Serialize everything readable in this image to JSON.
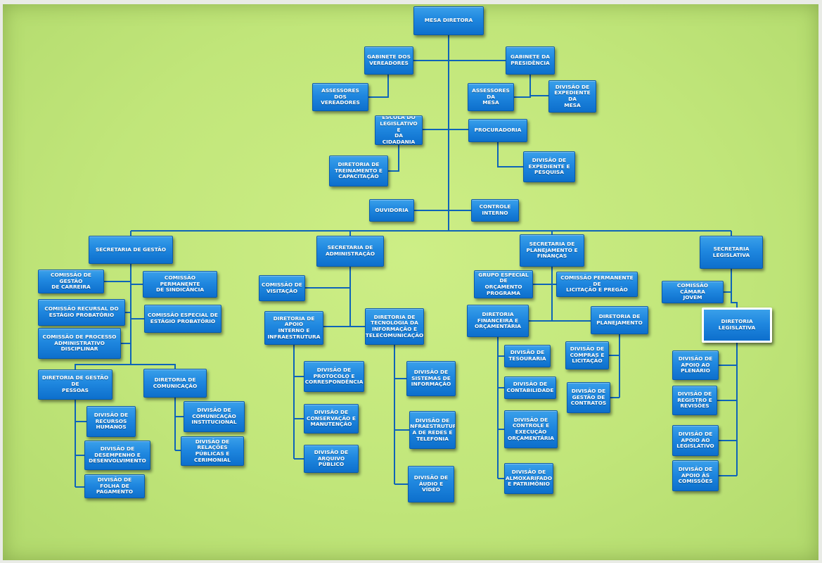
{
  "units": [
    {
      "id": "mesa",
      "label": "MESA DIRETORA"
    },
    {
      "id": "gab_ver",
      "label": "GABINETE DOS\nVEREADORES"
    },
    {
      "id": "gab_pres",
      "label": "GABINETE DA\nPRESIDÊNCIA"
    },
    {
      "id": "ass_ver",
      "label": "ASSESSORES DOS\nVEREADORES"
    },
    {
      "id": "ass_mesa",
      "label": "ASSESSORES DA\nMESA"
    },
    {
      "id": "div_exp_mesa",
      "label": "DIVISÃO DE\nEXPEDIENTE DA\nMESA"
    },
    {
      "id": "escola",
      "label": "ESCOLA DO\nLEGISLATIVO E\nDA CIDADANIA"
    },
    {
      "id": "procuradoria",
      "label": "PROCURADORIA"
    },
    {
      "id": "dir_trein",
      "label": "DIRETORIA DE\nTREINAMENTO E\nCAPACITAÇÃO"
    },
    {
      "id": "div_exp_pesq",
      "label": "DIVISÃO DE\nEXPEDIENTE E\nPESQUISA"
    },
    {
      "id": "ouvidoria",
      "label": "OUVIDORIA"
    },
    {
      "id": "controle",
      "label": "CONTROLE\nINTERNO"
    },
    {
      "id": "sec_gestao",
      "label": "SECRETARIA DE GESTÃO"
    },
    {
      "id": "sec_adm",
      "label": "SECRETARIA DE\nADMINISTRAÇÃO"
    },
    {
      "id": "sec_plan",
      "label": "SECRETARIA DE\nPLANEJAMENTO E\nFINANÇAS"
    },
    {
      "id": "sec_leg",
      "label": "SECRETARIA\nLEGISLATIVA"
    },
    {
      "id": "com_carreira",
      "label": "COMISSÃO DE GESTÃO\nDE CARREIRA"
    },
    {
      "id": "com_sind",
      "label": "COMISSÃO PERMANENTE\nDE SINDICÂNCIA"
    },
    {
      "id": "com_recursal",
      "label": "COMISSÃO RECURSAL DO\nESTÁGIO PROBATÓRIO"
    },
    {
      "id": "com_especial",
      "label": "COMISSÃO ESPECIAL DE\nESTÁGIO PROBATÓRIO"
    },
    {
      "id": "com_processo",
      "label": "COMISSÃO DE PROCESSO\nADMINISTRATIVO DISCIPLINAR"
    },
    {
      "id": "dir_pessoas",
      "label": "DIRETORIA DE GESTÃO DE\nPESSOAS"
    },
    {
      "id": "dir_com",
      "label": "DIRETORIA DE\nCOMUNICAÇÃO"
    },
    {
      "id": "div_rh",
      "label": "DIVISÃO DE\nRECURSOS\nHUMANOS"
    },
    {
      "id": "div_desemp",
      "label": "DIVISÃO DE\nDESEMPENHO E\nDESENVOLVIMENTO"
    },
    {
      "id": "div_folha",
      "label": "DIVISÃO DE FOLHA DE\nPAGAMENTO"
    },
    {
      "id": "div_com_inst",
      "label": "DIVISÃO DE\nCOMUNICAÇÃO\nINSTITUCIONAL"
    },
    {
      "id": "div_rel_pub",
      "label": "DIVISÃO DE RELAÇÕES\nPÚBLICAS E\nCERIMONIAL"
    },
    {
      "id": "com_visit",
      "label": "COMISSÃO DE\nVISITAÇÃO"
    },
    {
      "id": "dir_apoio",
      "label": "DIRETORIA DE APOIO\nINTERNO E\nINFRAESTRUTURA"
    },
    {
      "id": "dir_ti",
      "label": "DIRETORIA DE\nTECNOLOGIA DA\nINFORMAÇÃO E\nTELECOMUNICAÇÃO"
    },
    {
      "id": "div_prot",
      "label": "DIVISÃO DE\nPROTOCOLO E\nCORRESPONDÊNCIA"
    },
    {
      "id": "div_cons",
      "label": "DIVISÃO DE\nCONSERVAÇÃO E\nMANUTENÇÃO"
    },
    {
      "id": "div_arq",
      "label": "DIVISÃO DE\nARQUIVO PÚBLICO"
    },
    {
      "id": "div_sist",
      "label": "DIVISÃO DE\nSISTEMAS DE\nINFORMAÇÃO"
    },
    {
      "id": "div_infra",
      "label": "DIVISÃO DE\nINFRAESTRUTUR\nA DE REDES E\nTELEFONIA"
    },
    {
      "id": "div_audio",
      "label": "DIVISÃO DE\nÁUDIO E VÍDEO"
    },
    {
      "id": "grupo_orc",
      "label": "GRUPO ESPECIAL DE\nORÇAMENTO\nPROGRAMA"
    },
    {
      "id": "com_lic",
      "label": "COMISSÃO PERMANENTE DE\nLICITAÇÃO E PREGÃO"
    },
    {
      "id": "dir_fin",
      "label": "DIRETORIA\nFINANCEIRA E\nORÇAMENTÁRIA"
    },
    {
      "id": "dir_plan",
      "label": "DIRETORIA DE\nPLANEJAMENTO"
    },
    {
      "id": "div_tes",
      "label": "DIVISÃO DE\nTESOURARIA"
    },
    {
      "id": "div_cont",
      "label": "DIVISÃO DE\nCONTABILIDADE"
    },
    {
      "id": "div_ctrl_exec",
      "label": "DIVISÃO DE\nCONTROLE E\nEXECUÇÃO\nORÇAMENTÁRIA"
    },
    {
      "id": "div_almox",
      "label": "DIVISÃO DE\nALMOXARIFADO\nE PATRIMÔNIO"
    },
    {
      "id": "div_compras",
      "label": "DIVISÃO DE\nCOMPRAS E\nLICITAÇÃO"
    },
    {
      "id": "div_contratos",
      "label": "DIVISÃO DE\nGESTÃO DE\nCONTRATOS"
    },
    {
      "id": "com_jovem",
      "label": "COMISSÃO CÂMARA\nJOVEM"
    },
    {
      "id": "dir_leg",
      "label": "DIRETORIA LEGISLATIVA"
    },
    {
      "id": "div_plen",
      "label": "DIVISÃO DE\nAPOIO AO\nPLENÁRIO"
    },
    {
      "id": "div_reg",
      "label": "DIVISÃO DE\nREGISTRO E\nREVISÕES"
    },
    {
      "id": "div_apoio_leg",
      "label": "DIVISÃO DE\nAPOIO AO\nLEGISLATIVO"
    },
    {
      "id": "div_comissoes",
      "label": "DIVISÃO DE\nAPOIO ÀS\nCOMISSÕES"
    }
  ],
  "selected_unit": "dir_leg",
  "colors": {
    "box": "#1f87df",
    "line": "#0e64b8",
    "background": "#c4e87c",
    "text": "#ffffff"
  }
}
